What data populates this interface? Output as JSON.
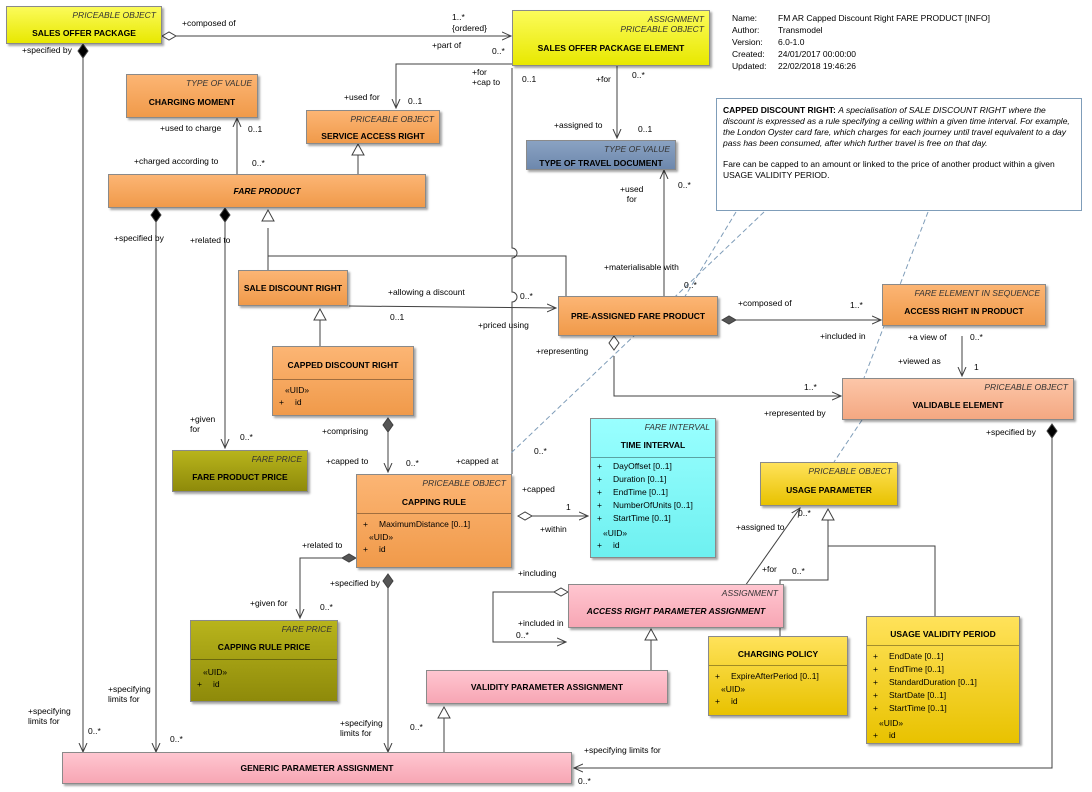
{
  "metadata": {
    "name_key": "Name:",
    "name": "FM AR Capped Discount Right FARE PRODUCT [INFO]",
    "author_key": "Author:",
    "author": "Transmodel",
    "version_key": "Version:",
    "version": "6.0-1.0",
    "created_key": "Created:",
    "created": "24/01/2017 00:00:00",
    "updated_key": "Updated:",
    "updated": "22/02/2018 19:46:26"
  },
  "note": {
    "title": "CAPPED DISCOUNT RIGHT:",
    "text1": "A specialisation of SALE DISCOUNT RIGHT where the discount is expressed as a rule specifying a ceiling within a given time interval.  For example, the London Oyster card fare, which charges for each journey until  travel equivalent to a day pass has been consumed, after which further travel is free on that day.",
    "text2": "Fare can be capped to an amount or linked  to the  price of another product  within a given USAGE VALIDITY PERIOD."
  },
  "boxes": {
    "sales_offer_package": {
      "stereotype": "PRICEABLE OBJECT",
      "name": "SALES OFFER PACKAGE"
    },
    "sales_offer_package_element": {
      "stereotype": "ASSIGNMENT\nPRICEABLE OBJECT",
      "name": "SALES OFFER PACKAGE ELEMENT"
    },
    "charging_moment": {
      "stereotype": "TYPE OF VALUE",
      "name": "CHARGING MOMENT"
    },
    "service_access_right": {
      "stereotype": "PRICEABLE OBJECT",
      "name": "SERVICE ACCESS RIGHT"
    },
    "type_of_travel_document": {
      "stereotype": "TYPE OF VALUE",
      "name": "TYPE OF TRAVEL DOCUMENT"
    },
    "fare_product": {
      "stereotype": "",
      "name": "FARE PRODUCT"
    },
    "sale_discount_right": {
      "stereotype": "",
      "name": "SALE DISCOUNT RIGHT"
    },
    "pre_assigned_fare_product": {
      "stereotype": "",
      "name": "PRE-ASSIGNED FARE PRODUCT"
    },
    "access_right_in_product": {
      "stereotype": "FARE ELEMENT IN SEQUENCE",
      "name": "ACCESS RIGHT IN PRODUCT"
    },
    "capped_discount_right": {
      "stereotype": "",
      "name": "CAPPED DISCOUNT RIGHT",
      "uid": "«UID»",
      "id_vis": "+",
      "id": "id"
    },
    "validable_element": {
      "stereotype": "PRICEABLE OBJECT",
      "name": "VALIDABLE ELEMENT"
    },
    "fare_product_price": {
      "stereotype": "FARE PRICE",
      "name": "FARE PRODUCT PRICE"
    },
    "time_interval": {
      "stereotype": "FARE INTERVAL",
      "name": "TIME INTERVAL",
      "attrs": [
        {
          "vis": "+",
          "text": "DayOffset [0..1]"
        },
        {
          "vis": "+",
          "text": "Duration [0..1]"
        },
        {
          "vis": "+",
          "text": "EndTime [0..1]"
        },
        {
          "vis": "+",
          "text": "NumberOfUnits [0..1]"
        },
        {
          "vis": "+",
          "text": "StartTime [0..1]"
        }
      ],
      "uid": "«UID»",
      "id_vis": "+",
      "id": "id"
    },
    "capping_rule": {
      "stereotype": "PRICEABLE OBJECT",
      "name": "CAPPING RULE",
      "attrs": [
        {
          "vis": "+",
          "text": "MaximumDistance [0..1]"
        }
      ],
      "uid": "«UID»",
      "id_vis": "+",
      "id": "id"
    },
    "usage_parameter": {
      "stereotype": "PRICEABLE OBJECT",
      "name": "USAGE PARAMETER"
    },
    "access_right_parameter_assignment": {
      "stereotype": "ASSIGNMENT",
      "name": "ACCESS RIGHT PARAMETER ASSIGNMENT"
    },
    "capping_rule_price": {
      "stereotype": "FARE PRICE",
      "name": "CAPPING RULE PRICE",
      "uid": "«UID»",
      "id_vis": "+",
      "id": "id"
    },
    "charging_policy": {
      "stereotype": "",
      "name": "CHARGING POLICY",
      "attrs": [
        {
          "vis": "+",
          "text": "ExpireAfterPeriod [0..1]"
        }
      ],
      "uid": "«UID»",
      "id_vis": "+",
      "id": "id"
    },
    "usage_validity_period": {
      "stereotype": "",
      "name": "USAGE VALIDITY PERIOD",
      "attrs": [
        {
          "vis": "+",
          "text": "EndDate [0..1]"
        },
        {
          "vis": "+",
          "text": "EndTime [0..1]"
        },
        {
          "vis": "+",
          "text": "StandardDuration [0..1]"
        },
        {
          "vis": "+",
          "text": "StartDate [0..1]"
        },
        {
          "vis": "+",
          "text": "StartTime [0..1]"
        }
      ],
      "uid": "«UID»",
      "id_vis": "+",
      "id": "id"
    },
    "validity_parameter_assignment": {
      "stereotype": "",
      "name": "VALIDITY PARAMETER ASSIGNMENT"
    },
    "generic_parameter_assignment": {
      "stereotype": "",
      "name": "GENERIC PARAMETER ASSIGNMENT"
    }
  },
  "labels": {
    "composed_of_1": "+composed of",
    "ordered_mult": "1..*",
    "ordered": "{ordered}",
    "part_of": "+part of",
    "zero_many_a": "0..*",
    "specified_by_1": "+specified by",
    "for_cap_to": "+for\n+cap to",
    "zero_one_a": "0..1",
    "used_for": "+used for",
    "zero_one_b": "0..1",
    "for_1": "+for",
    "zero_many_b": "0..*",
    "assigned_to_1": "+assigned to",
    "zero_one_c": "0..1",
    "used_to_charge": "+used to charge",
    "zero_one_d": "0..1",
    "charged_according_to": "+charged according to",
    "zero_many_c": "0..*",
    "used_for_2": "+used\nfor",
    "zero_many_d": "0..*",
    "specified_by_2": "+specified by",
    "related_to_1": "+related to",
    "materialisable_with": "+materialisable with",
    "zero_many_e": "0..*",
    "allowing_discount": "+allowing a discount",
    "zero_many_f": "0..*",
    "zero_one_e": "0..1",
    "composed_of_2": "+composed of",
    "one_many_a": "1..*",
    "priced_using": "+priced using",
    "included_in_1": "+included in",
    "a_view_of": "+a view of",
    "zero_many_g": "0..*",
    "viewed_as": "+viewed as",
    "one_a": "1",
    "representing": "+representing",
    "one_many_b": "1..*",
    "represented_by": "+represented by",
    "specified_by_3": "+specified by",
    "given_for_1": "+given\nfor",
    "zero_many_h": "0..*",
    "comprising": "+comprising",
    "capped_to": "+capped to",
    "zero_many_i": "0..*",
    "capped_at": "+capped at",
    "zero_many_j": "0..*",
    "capped": "+capped",
    "one_b": "1",
    "within": "+within",
    "related_to_2": "+related to",
    "given_for_2": "+given for",
    "zero_many_k": "0..*",
    "specified_by_4": "+specified by",
    "including": "+including",
    "included_in_2": "+included in",
    "zero_many_l": "0..*",
    "assigned_to_2": "+assigned to",
    "zero_many_m": "0..*",
    "for_2": "+for",
    "zero_many_n": "0..*",
    "specifying_limits_1": "+specifying\nlimits for",
    "zero_many_o": "0..*",
    "specifying_limits_2": "+specifying\nlimits for",
    "zero_many_p": "0..*",
    "specifying_limits_3": "+specifying\nlimits for",
    "zero_many_q": "0..*",
    "specifying_limits_4": "+specifying limits for",
    "zero_many_r": "0..*"
  },
  "colors": {
    "orange": "#f5a55c",
    "yellow": "#f2f22a",
    "steel": "#7b94b8",
    "olive": "#a39f12",
    "salmon": "#f8b895",
    "gold": "#f2d22a",
    "pink": "#fbb6c2",
    "cyan": "#85fbfb",
    "line": "#404040",
    "note_border": "#7f9db9",
    "dash": "#7f9db9"
  }
}
